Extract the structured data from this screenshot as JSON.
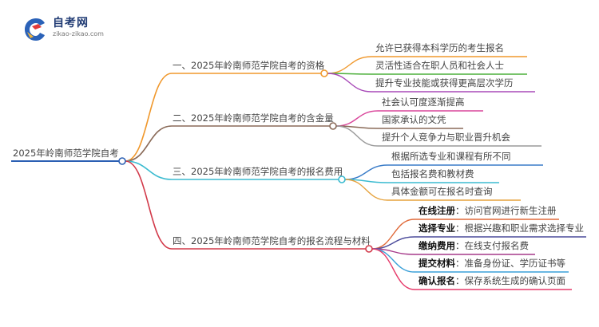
{
  "logo": {
    "name": "自考网",
    "url": "zikao-zikao.com"
  },
  "root": {
    "label": "2025年岭南师范学院自考"
  },
  "branches": [
    {
      "label": "一、2025年岭南师范学院自考的资格",
      "color": "#f0982c",
      "children": [
        {
          "bold": "",
          "text": "允许已获得本科学历的考生报名",
          "color": "#f0982c"
        },
        {
          "bold": "",
          "text": "灵活性适合在职人员和社会人士",
          "color": "#4caf3a"
        },
        {
          "bold": "",
          "text": "提升专业技能或获得更高层次学历",
          "color": "#a84ab8"
        }
      ]
    },
    {
      "label": "二、2025年岭南师范学院自考的含金量",
      "color": "#8a6a58",
      "children": [
        {
          "bold": "",
          "text": "社会认可度逐渐提高",
          "color": "#d9459a"
        },
        {
          "bold": "",
          "text": "国家承认的文凭",
          "color": "#8a6a58"
        },
        {
          "bold": "",
          "text": "提升个人竞争力与职业晋升机会",
          "color": "#9a9a9a"
        }
      ]
    },
    {
      "label": "三、2025年岭南师范学院自考的报名费用",
      "color": "#3bbbd0",
      "children": [
        {
          "bold": "",
          "text": "根据所选专业和课程有所不同",
          "color": "#3a7cc8"
        },
        {
          "bold": "",
          "text": "包括报名费和教材费",
          "color": "#3bbbd0"
        },
        {
          "bold": "",
          "text": "具体金额可在报名时查询",
          "color": "#e6a23c"
        }
      ]
    },
    {
      "label": "四、2025年岭南师范学院自考的报名流程与材料",
      "color": "#d23a4a",
      "children": [
        {
          "bold": "在线注册",
          "text": "：访问官网进行新生注册",
          "color": "#e06a3a"
        },
        {
          "bold": "选择专业",
          "text": "：根据兴趣和职业需求选择专业",
          "color": "#4a4a9a"
        },
        {
          "bold": "缴纳费用",
          "text": "：在线支付报名费",
          "color": "#a63a8a"
        },
        {
          "bold": "提交材料",
          "text": "：准备身份证、学历证书等",
          "color": "#3aa0d8"
        },
        {
          "bold": "确认报名",
          "text": "：保存系统生成的确认页面",
          "color": "#e63a6a"
        }
      ]
    }
  ]
}
